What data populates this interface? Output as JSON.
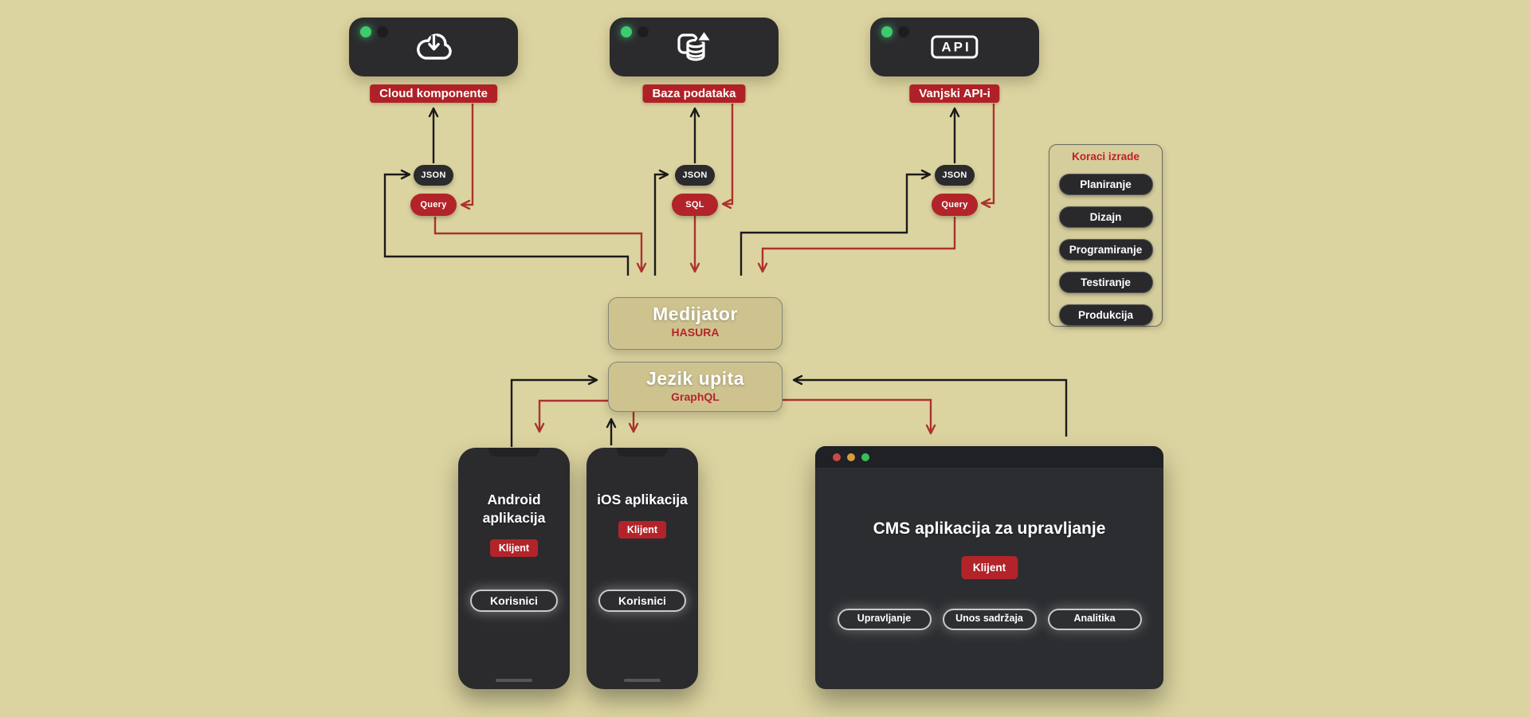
{
  "palette": {
    "background": "#dcd4a0",
    "node_dark": "#2b2b2e",
    "red_accent": "#b02127",
    "red_text": "#c41f26",
    "tan_box": "#cec38f",
    "arrow_black": "#1b1b1b",
    "arrow_red": "#ab332f",
    "status_green": "#3ecb70",
    "traffic_red": "#c94b45",
    "traffic_yellow": "#d89b40",
    "traffic_green": "#36bf5f"
  },
  "icons": {
    "cloud": "cloud-download-icon",
    "database": "database-upload-icon",
    "api": "api-badge-icon",
    "api_text": "API"
  },
  "source_nodes": [
    {
      "label": "Cloud komponente"
    },
    {
      "label": "Baza podataka"
    },
    {
      "label": "Vanjski API-i"
    }
  ],
  "data_pills": {
    "left_json": "JSON",
    "left_query": "Query",
    "mid_json": "JSON",
    "mid_sql": "SQL",
    "right_json": "JSON",
    "right_query": "Query"
  },
  "steps_panel": {
    "title": "Koraci izrade",
    "steps": [
      "Planiranje",
      "Dizajn",
      "Programiranje",
      "Testiranje",
      "Produkcija"
    ]
  },
  "mediator": {
    "title": "Medijator",
    "subtitle": "HASURA"
  },
  "query_language": {
    "title": "Jezik upita",
    "subtitle": "GraphQL"
  },
  "clients": {
    "android": {
      "title": "Android aplikacija",
      "badge": "Klijent",
      "users_pill": "Korisnici"
    },
    "ios": {
      "title": "iOS aplikacija",
      "badge": "Klijent",
      "users_pill": "Korisnici"
    },
    "cms": {
      "title": "CMS aplikacija za upravljanje",
      "badge": "Klijent",
      "pills": [
        "Upravljanje",
        "Unos sadržaja",
        "Analitika"
      ]
    }
  }
}
